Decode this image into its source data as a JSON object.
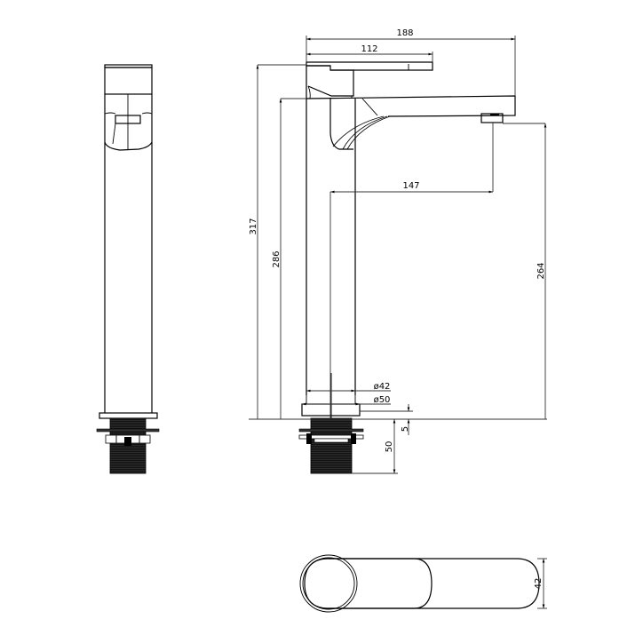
{
  "drawing": {
    "title": "Tall basin mixer tap - technical drawing",
    "views": [
      "side-view",
      "front-view",
      "top-view"
    ],
    "units": "mm"
  },
  "dimensions": {
    "overall_depth": "188",
    "handle_length": "112",
    "overall_height": "317",
    "body_height": "286",
    "spout_reach": "147",
    "spout_outlet_height": "264",
    "body_diameter": "ø42",
    "base_diameter": "ø50",
    "base_plate_thickness": "5",
    "shank_length": "50",
    "top_view_width": "42"
  },
  "colors": {
    "line": "#000000",
    "background": "#ffffff"
  }
}
